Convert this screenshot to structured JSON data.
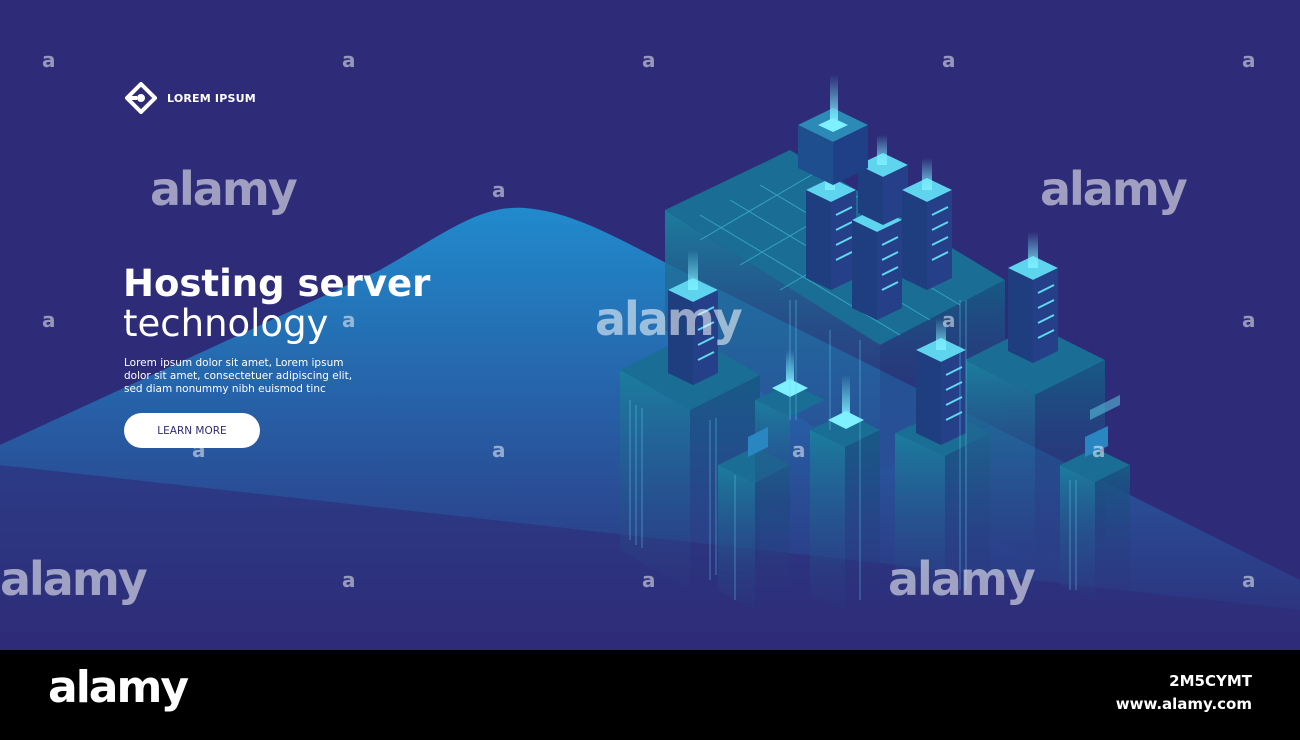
{
  "brand": {
    "name": "LOREM IPSUM",
    "icon": "brand-logo-icon"
  },
  "hero": {
    "title": "Hosting server",
    "subtitle": "technology",
    "description_lines": [
      "Lorem ipsum dolor sit amet, Lorem ipsum",
      "dolor sit amet, consectetuer adipiscing elit,",
      "sed diam nonummy nibh euismod tinc"
    ],
    "cta_label": "LEARN MORE"
  },
  "colors": {
    "background": "#2e2c78",
    "accent": "#1f8fd0",
    "glow": "#7ff0ff",
    "footer": "#000000"
  },
  "illustration": {
    "icon": "isometric-server-city-illustration"
  },
  "watermark": {
    "word": "alamy",
    "letter": "a"
  },
  "footer": {
    "logo": "alamy",
    "image_id": "2M5CYMT",
    "url": "www.alamy.com"
  }
}
